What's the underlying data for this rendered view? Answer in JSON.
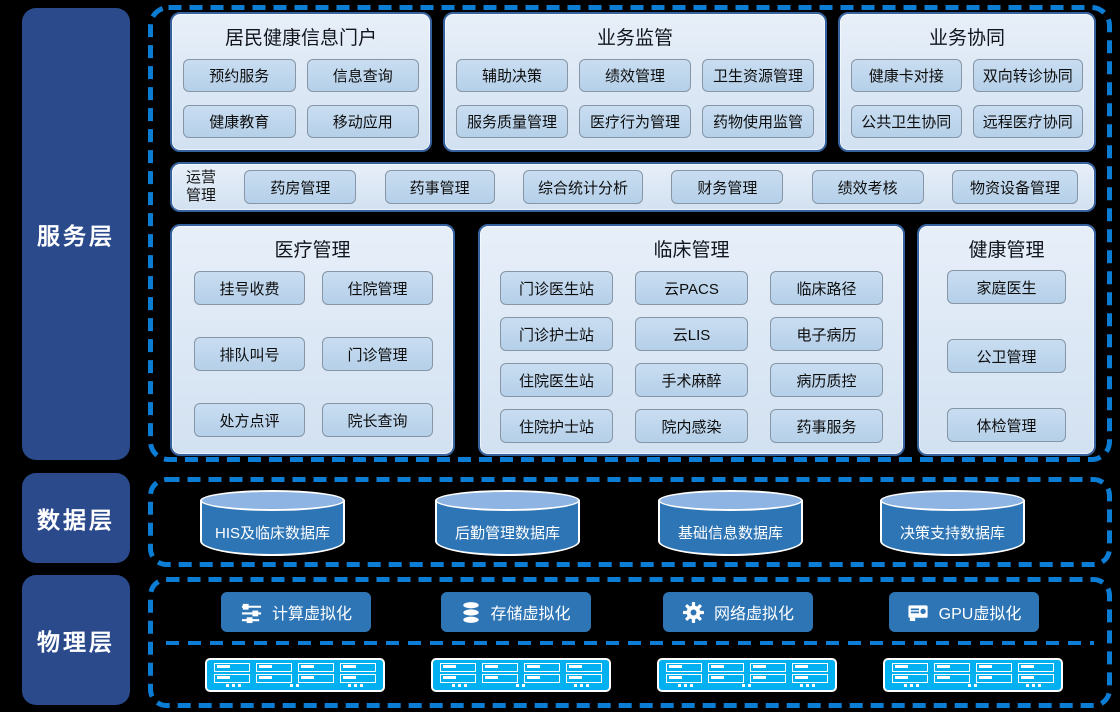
{
  "layers": {
    "service": {
      "label": "服务层"
    },
    "data": {
      "label": "数据层"
    },
    "physical": {
      "label": "物理层"
    }
  },
  "service": {
    "portal": {
      "title": "居民健康信息门户",
      "items": [
        "预约服务",
        "信息查询",
        "健康教育",
        "移动应用"
      ]
    },
    "supervision": {
      "title": "业务监管",
      "items": [
        "辅助决策",
        "绩效管理",
        "卫生资源管理",
        "服务质量管理",
        "医疗行为管理",
        "药物使用监管"
      ]
    },
    "collaboration": {
      "title": "业务协同",
      "items": [
        "健康卡对接",
        "双向转诊协同",
        "公共卫生协同",
        "远程医疗协同"
      ]
    },
    "operations": {
      "title_line1": "运营",
      "title_line2": "管理",
      "items": [
        "药房管理",
        "药事管理",
        "综合统计分析",
        "财务管理",
        "绩效考核",
        "物资设备管理"
      ]
    },
    "medical": {
      "title": "医疗管理",
      "items": [
        "挂号收费",
        "住院管理",
        "排队叫号",
        "门诊管理",
        "处方点评",
        "院长查询"
      ]
    },
    "clinical": {
      "title": "临床管理",
      "items": [
        "门诊医生站",
        "云PACS",
        "临床路径",
        "门诊护士站",
        "云LIS",
        "电子病历",
        "住院医生站",
        "手术麻醉",
        "病历质控",
        "住院护士站",
        "院内感染",
        "药事服务"
      ]
    },
    "health": {
      "title": "健康管理",
      "items": [
        "家庭医生",
        "公卫管理",
        "体检管理"
      ]
    }
  },
  "data_layer": {
    "databases": [
      "HIS及临床数据库",
      "后勤管理数据库",
      "基础信息数据库",
      "决策支持数据库"
    ]
  },
  "physical_layer": {
    "virtualization": [
      {
        "label": "计算虚拟化",
        "icon": "sliders-icon"
      },
      {
        "label": "存储虚拟化",
        "icon": "storage-icon"
      },
      {
        "label": "网络虚拟化",
        "icon": "gear-icon"
      },
      {
        "label": "GPU虚拟化",
        "icon": "gpu-icon"
      }
    ],
    "server_rack_count": 4
  },
  "colors": {
    "background": "#000000",
    "layer_label_bg": "#2B4A8C",
    "dashed_border": "#0B7DD4",
    "panel_border": "#35619E",
    "panel_fill": "#DCE7F5",
    "chip_fill": "#BDD7EE",
    "node_blue": "#2E75B6",
    "cylinder_top": "#8DB4E2",
    "rack_blue": "#00B0F0"
  }
}
